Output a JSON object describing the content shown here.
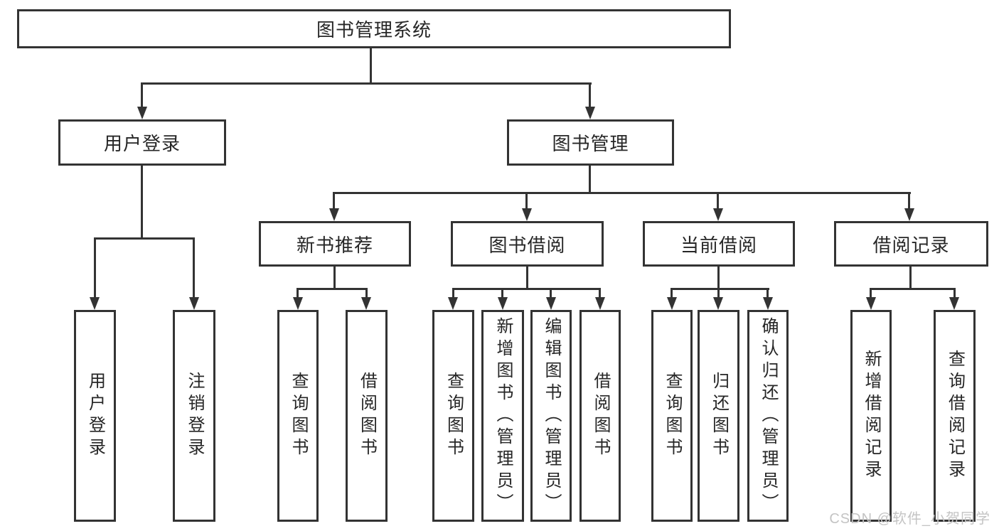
{
  "nodes": {
    "root": "图书管理系统",
    "login_branch": {
      "label": "用户登录",
      "children": [
        "用户登录",
        "注销登录"
      ]
    },
    "management_branch": {
      "label": "图书管理",
      "sections": [
        {
          "label": "新书推荐",
          "children": [
            "查询图书",
            "借阅图书"
          ]
        },
        {
          "label": "图书借阅",
          "children": [
            "查询图书",
            "新增图书（管理员）",
            "编辑图书（管理员）",
            "借阅图书"
          ]
        },
        {
          "label": "当前借阅",
          "children": [
            "查询图书",
            "归还图书",
            "确认归还（管理员）"
          ]
        },
        {
          "label": "借阅记录",
          "children": [
            "新增借阅记录",
            "查询借阅记录"
          ]
        }
      ]
    }
  },
  "watermark": "CSDN @软件_小贺同学",
  "colors": {
    "line": "#333333",
    "text": "#262626",
    "watermark": "#c4c4c4",
    "background": "#ffffff"
  }
}
